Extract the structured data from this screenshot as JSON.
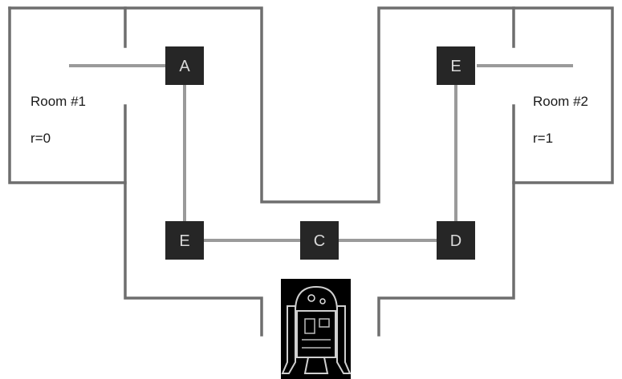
{
  "rooms": [
    {
      "name": "Room #1",
      "reward": "r=0"
    },
    {
      "name": "Room #2",
      "reward": "r=1"
    }
  ],
  "nodes": [
    {
      "id": "A",
      "label": "A"
    },
    {
      "id": "E_left",
      "label": "E"
    },
    {
      "id": "C",
      "label": "C"
    },
    {
      "id": "D",
      "label": "D"
    },
    {
      "id": "E_right",
      "label": "E"
    }
  ],
  "edges": [
    [
      "A",
      "E_left"
    ],
    [
      "E_left",
      "C"
    ],
    [
      "C",
      "D"
    ],
    [
      "D",
      "E_right"
    ]
  ],
  "robot": {
    "icon": "robot-icon"
  },
  "colors": {
    "wall": "#6e6e6e",
    "edge": "#9a9a9a",
    "node": "#262626",
    "node_text": "#d9d9d9"
  }
}
